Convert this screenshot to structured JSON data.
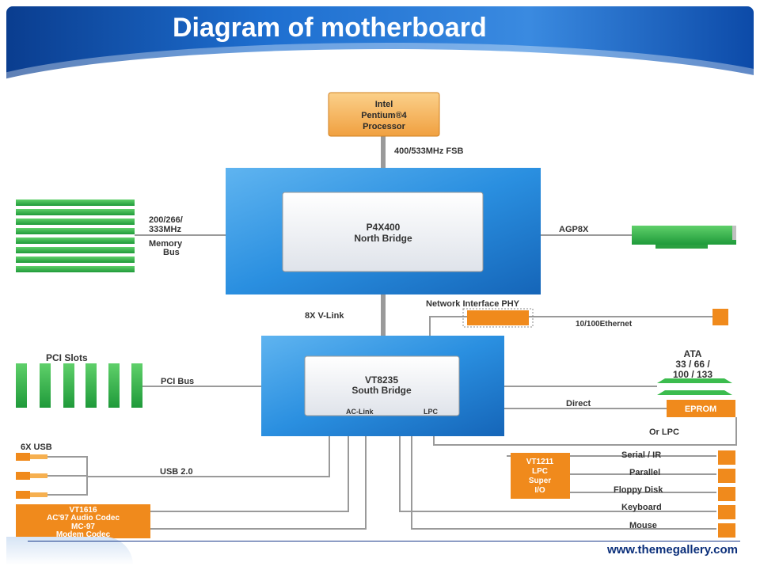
{
  "slide": {
    "title": "Diagram of motherboard",
    "footer_url": "www.themegallery.com"
  },
  "colors": {
    "header_blue": "#1e6fd0",
    "orange": "#f08a1c",
    "chip_blue": "#2a8fe0",
    "green": "#2fb14a",
    "line_gray": "#9a9a9a"
  },
  "diagram": {
    "cpu": {
      "line1": "Intel",
      "line2": "Pentium®4",
      "line3": "Processor"
    },
    "fsb_label": "400/533MHz FSB",
    "north_bridge": {
      "line1": "P4X400",
      "line2": "North Bridge"
    },
    "memory": {
      "line1": "200/266/",
      "line2": "333MHz",
      "line3": "Memory",
      "line4": "Bus"
    },
    "agp_label": "AGP8X",
    "vlink_label": "8X V-Link",
    "network": {
      "phy_label": "Network Interface PHY",
      "ethernet_label": "10/100Ethernet"
    },
    "south_bridge": {
      "line1": "VT8235",
      "line2": "South Bridge",
      "ac_link": "AC-Link",
      "lpc": "LPC"
    },
    "pci": {
      "slots_label": "PCI Slots",
      "bus_label": "PCI Bus"
    },
    "ata": {
      "line1": "ATA",
      "line2": "33 / 66 /",
      "line3": "100 / 133"
    },
    "direct_label": "Direct",
    "eprom_label": "EPROM",
    "or_lpc_label": "Or LPC",
    "usb": {
      "ports_label": "6X USB",
      "bus_label": "USB 2.0"
    },
    "superio": {
      "line1": "VT1211",
      "line2": "LPC",
      "line3": "Super",
      "line4": "I/O"
    },
    "superio_ports": [
      "Serial / IR",
      "Parallel",
      "Floppy Disk",
      "Keyboard",
      "Mouse"
    ],
    "audio_codec": {
      "line1": "VT1616",
      "line2": "AC'97 Audio Codec"
    },
    "modem_codec": {
      "line1": "MC-97",
      "line2": "Modem Codec"
    }
  }
}
